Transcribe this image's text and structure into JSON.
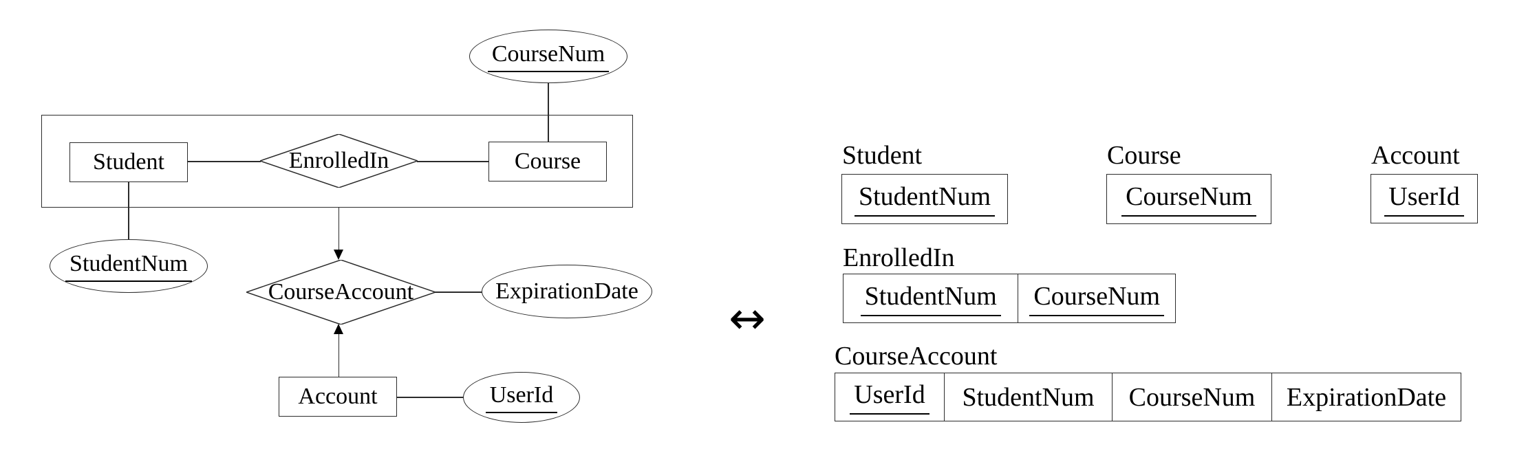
{
  "page": {
    "background": "#ffffff",
    "line_color": "#2b2b2b",
    "text_color": "#000000"
  },
  "er_diagram": {
    "entities": {
      "student": "Student",
      "course": "Course",
      "account": "Account"
    },
    "relationships": {
      "enrolledin": "EnrolledIn",
      "courseaccount": "CourseAccount"
    },
    "attributes": {
      "coursenum": {
        "label": "CourseNum",
        "is_key": true
      },
      "studentnum": {
        "label": "StudentNum",
        "is_key": true
      },
      "expirationdate": {
        "label": "ExpirationDate",
        "is_key": false
      },
      "userid": {
        "label": "UserId",
        "is_key": true
      }
    }
  },
  "mapping": {
    "arrow_symbol": "↔"
  },
  "schema": {
    "student": {
      "title": "Student",
      "col1": "StudentNum"
    },
    "course": {
      "title": "Course",
      "col1": "CourseNum"
    },
    "account": {
      "title": "Account",
      "col1": "UserId"
    },
    "enrolledin": {
      "title": "EnrolledIn",
      "col1": "StudentNum",
      "col2": "CourseNum"
    },
    "courseaccount": {
      "title": "CourseAccount",
      "col1": "UserId",
      "col2": "StudentNum",
      "col3": "CourseNum",
      "col4": "ExpirationDate"
    }
  }
}
